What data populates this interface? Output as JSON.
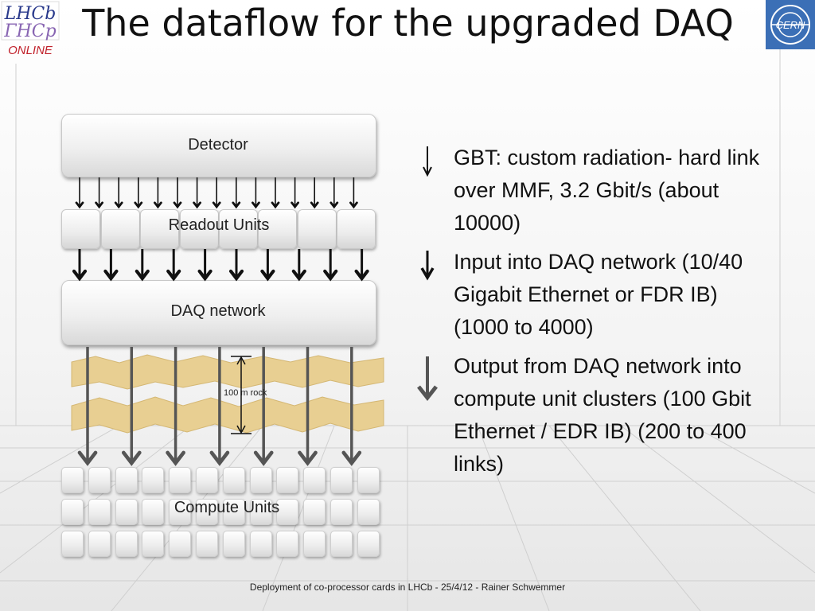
{
  "slide": {
    "title": "The dataflow for the upgraded DAQ",
    "footer": "Deployment of co-processor cards in LHCb -  25/4/12 - Rainer Schwemmer"
  },
  "logos": {
    "lhcb": {
      "text_top": "LHCb",
      "text_sub": "ONLINE",
      "icon": "lhcb-logo"
    },
    "cern": {
      "text": "CERN",
      "icon": "cern-logo"
    }
  },
  "diagram": {
    "detector_label": "Detector",
    "readout_label": "Readout Units",
    "daq_label": "DAQ network",
    "rock_label": "100 m rock",
    "compute_label": "Compute Units"
  },
  "bullets": [
    {
      "text": "GBT: custom radiation- hard link over MMF, 3.2 Gbit/s (about 10000)",
      "icon": "thin-down-arrow-icon"
    },
    {
      "text": "Input into DAQ  network (10/40 Gigabit Ethernet or FDR IB) (1000 to 4000)",
      "icon": "medium-down-arrow-icon"
    },
    {
      "text": "Output from DAQ network into compute unit clusters (100 Gbit Ethernet / EDR IB) (200 to 400 links)",
      "icon": "thick-down-arrow-icon"
    }
  ],
  "colors": {
    "arrow": "#111111",
    "arrow_gray": "#555555",
    "rock": "#e8cf92"
  }
}
